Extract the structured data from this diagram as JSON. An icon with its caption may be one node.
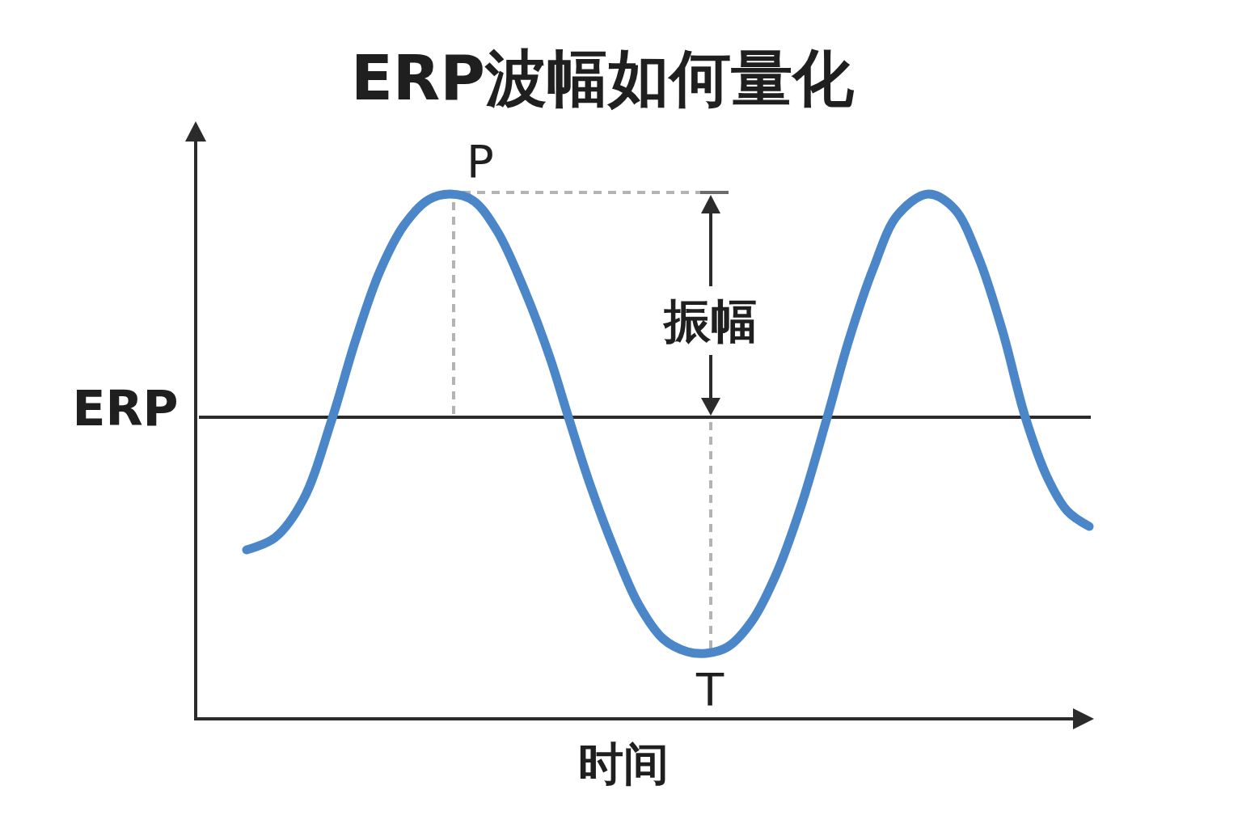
{
  "diagram": {
    "title": "ERP波幅如何量化",
    "labels": [
      "P",
      "振幅",
      "ERP",
      "T",
      "时间"
    ]
  }
}
